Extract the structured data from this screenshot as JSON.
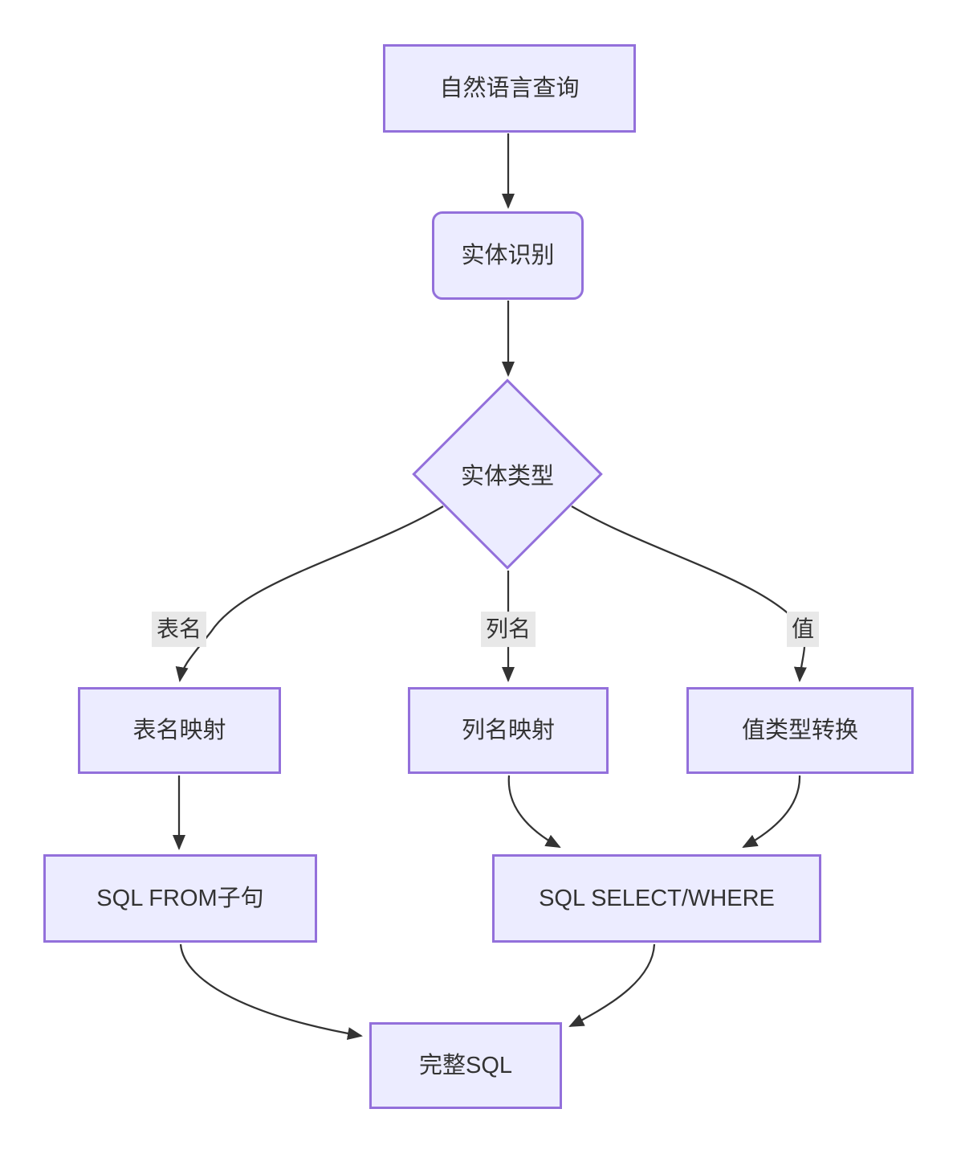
{
  "diagram": {
    "type": "flowchart",
    "direction": "top-down",
    "colors": {
      "node_fill": "#ECECFF",
      "node_border": "#9370DB",
      "edge_line": "#333333",
      "arrowhead": "#333333",
      "edge_label_bg": "#e8e8e8",
      "text": "#333333",
      "background": "#ffffff"
    },
    "nodes": [
      {
        "id": "A",
        "label": "自然语言查询",
        "shape": "rect"
      },
      {
        "id": "B",
        "label": "实体识别",
        "shape": "rounded"
      },
      {
        "id": "C",
        "label": "实体类型",
        "shape": "diamond"
      },
      {
        "id": "D1",
        "label": "表名映射",
        "shape": "rect"
      },
      {
        "id": "D2",
        "label": "列名映射",
        "shape": "rect"
      },
      {
        "id": "D3",
        "label": "值类型转换",
        "shape": "rect"
      },
      {
        "id": "E1",
        "label": "SQL FROM子句",
        "shape": "rect"
      },
      {
        "id": "E2",
        "label": "SQL SELECT/WHERE",
        "shape": "rect"
      },
      {
        "id": "F",
        "label": "完整SQL",
        "shape": "rect"
      }
    ],
    "edges": [
      {
        "from": "A",
        "to": "B",
        "label": ""
      },
      {
        "from": "B",
        "to": "C",
        "label": ""
      },
      {
        "from": "C",
        "to": "D1",
        "label": "表名"
      },
      {
        "from": "C",
        "to": "D2",
        "label": "列名"
      },
      {
        "from": "C",
        "to": "D3",
        "label": "值"
      },
      {
        "from": "D1",
        "to": "E1",
        "label": ""
      },
      {
        "from": "D2",
        "to": "E2",
        "label": ""
      },
      {
        "from": "D3",
        "to": "E2",
        "label": ""
      },
      {
        "from": "E1",
        "to": "F",
        "label": ""
      },
      {
        "from": "E2",
        "to": "F",
        "label": ""
      }
    ]
  }
}
